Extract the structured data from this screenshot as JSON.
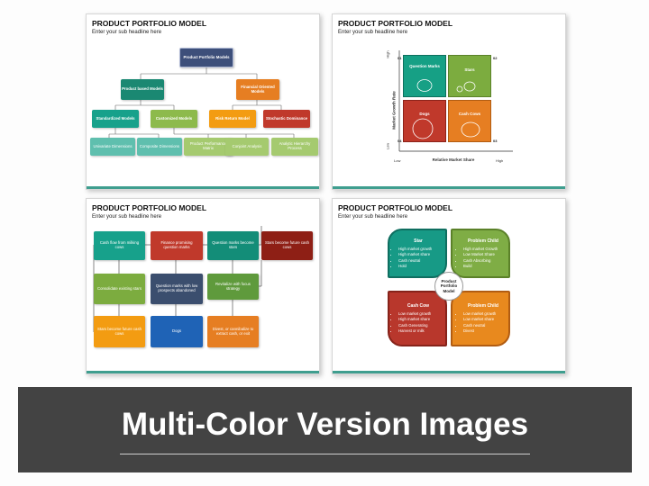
{
  "slide_title": "PRODUCT PORTFOLIO MODEL",
  "slide_subtitle": "Enter your sub headline here",
  "org": {
    "root": "Product Portfolio Models",
    "l1": [
      "Product based Models",
      "Financial Oriented Models"
    ],
    "l2": [
      "Standardized Models",
      "Customized Models",
      "Risk Return Model",
      "Stochastic Dominance"
    ],
    "l3": [
      "Univariate Dimensions",
      "Composite Dimensions",
      "Product Performance Matrix",
      "Conjoint Analysis",
      "Analytic Hierarchy Process"
    ]
  },
  "matrix": {
    "y_axis": "Market Growth Rate",
    "x_axis": "Relative Market Share",
    "y_high": "High",
    "y_low": "Low",
    "x_low": "Low",
    "x_high": "High",
    "quadrants": [
      {
        "label": "Question Marks",
        "number": "01",
        "color": "#16a085"
      },
      {
        "label": "Stars",
        "number": "02",
        "color": "#7cac3f"
      },
      {
        "label": "Dogs",
        "number": "04",
        "color": "#c0392b"
      },
      {
        "label": "Cash Cows",
        "number": "03",
        "color": "#e67e22"
      }
    ]
  },
  "flow": {
    "boxes": [
      "Cash flow from milking cows",
      "Finance promising question marks",
      "Question marks become stars",
      "Stars become future cash cows",
      "Consolidate existing stars",
      "Question marks with low prospects abandoned",
      "Revitalize with focus strategy",
      "Stars become future cash cows",
      "Dogs",
      "Divest, or cannibalize to extract cash, or exit"
    ]
  },
  "clover": {
    "center": "Product Portfolio Model",
    "quadrants": [
      {
        "title": "Star",
        "items": [
          "High market growth",
          "High market share",
          "Cash neutral",
          "Hold"
        ],
        "color": "#179a86"
      },
      {
        "title": "Problem Child",
        "items": [
          "High market Growth",
          "Low Market Share",
          "Cash Absorbing",
          "Build"
        ],
        "color": "#7fad45"
      },
      {
        "title": "Cash Cow",
        "items": [
          "Low market growth",
          "High market share",
          "Cash Generating",
          "Harvest or milk"
        ],
        "color": "#b8372c"
      },
      {
        "title": "Problem Child",
        "items": [
          "Low market growth",
          "Low market share",
          "Cash neutral",
          "Divest"
        ],
        "color": "#e8891e"
      }
    ]
  },
  "banner": {
    "title": "Multi-Color Version Images"
  }
}
